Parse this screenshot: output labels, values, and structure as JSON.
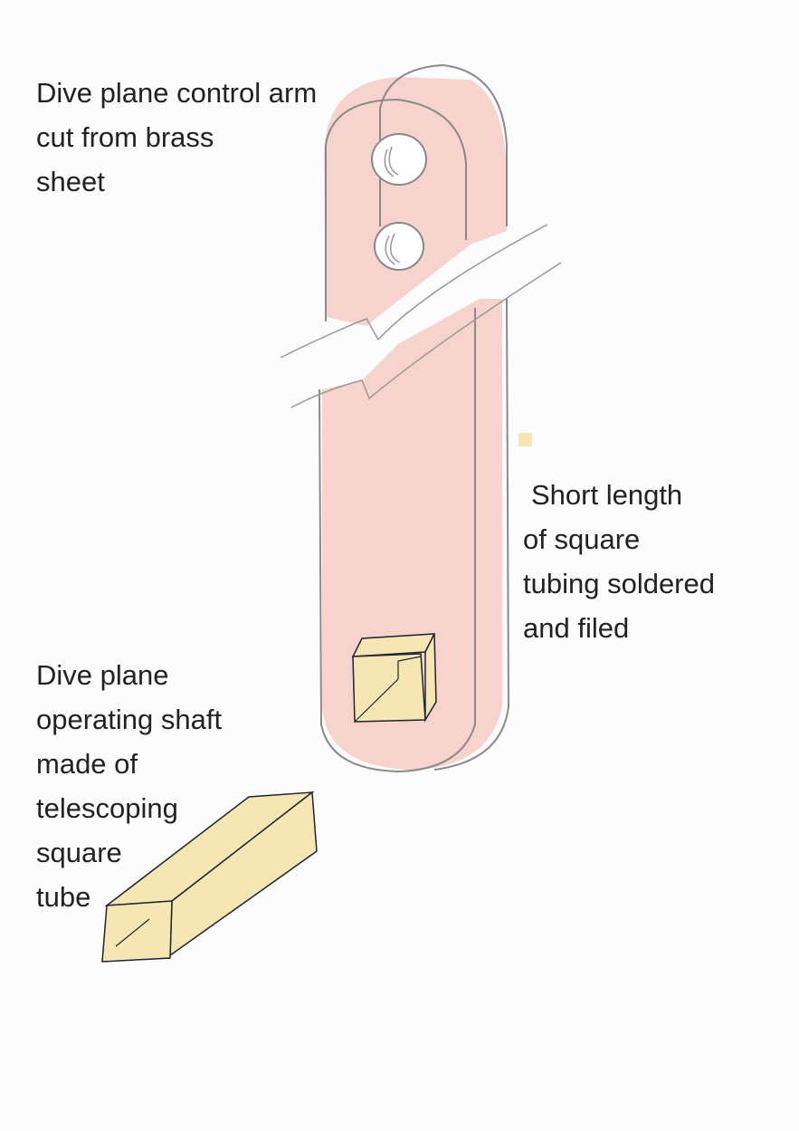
{
  "labels": {
    "control_arm": [
      "Dive plane control arm",
      "cut from brass",
      "sheet"
    ],
    "square_tubing": [
      "Short length",
      "of square",
      "tubing soldered",
      "and filed"
    ],
    "operating_shaft": [
      "Dive plane",
      "operating shaft",
      "made of",
      "telescoping",
      "square",
      "tube"
    ]
  },
  "colors": {
    "arm_fill": "#f6d4cd",
    "tube_fill": "#f5e6b3",
    "outline": "#8a8a8a",
    "ink": "#1e2430"
  }
}
